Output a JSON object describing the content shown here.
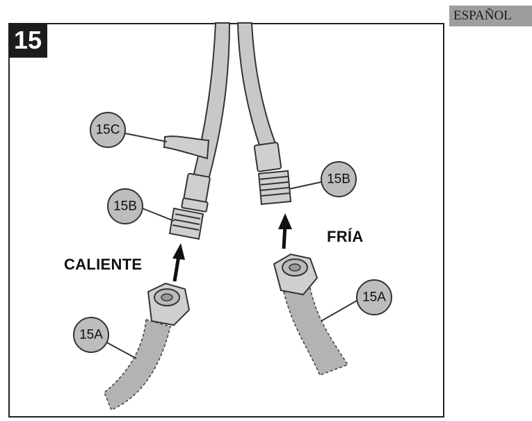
{
  "language_tab": "ESPAÑOL",
  "step_number": "15",
  "callouts": {
    "c15C": "15C",
    "b15B_left": "15B",
    "b15B_right": "15B",
    "a15A_left": "15A",
    "a15A_right": "15A"
  },
  "labels": {
    "hot": "CALIENTE",
    "cold": "FRÍA"
  }
}
